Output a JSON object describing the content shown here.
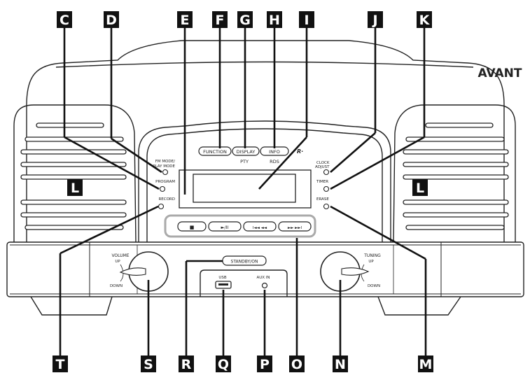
{
  "side_label": "AVANT",
  "labels": {
    "C": "C",
    "D": "D",
    "E": "E",
    "F": "F",
    "G": "G",
    "H": "H",
    "I": "I",
    "J": "J",
    "K": "K",
    "L": "L",
    "M": "M",
    "N": "N",
    "O": "O",
    "P": "P",
    "Q": "Q",
    "R": "R",
    "S": "S",
    "T": "T"
  },
  "device": {
    "buttons": {
      "function": "FUNCTION",
      "display": "DISPLAY",
      "info": "INFO",
      "pty": "PTY",
      "rds": "RDS",
      "standby": "STANDBY/ON",
      "stop": "■",
      "play_pause": "►/II",
      "prev": "I◄◄ ◄◄",
      "next": "►► ►►I"
    },
    "leds": {
      "fm_mode_1": "FM MODE/",
      "fm_mode_2": "PLAY MODE",
      "program": "PROGRAM",
      "record": "RECORD",
      "clock_1": "CLOCK",
      "clock_2": "ADJUST",
      "timer": "TIMER",
      "erase": "ERASE"
    },
    "knobs": {
      "volume": "VOLUME",
      "tuning": "TUNING",
      "up": "UP",
      "down": "DOWN"
    },
    "ports": {
      "usb": "USB",
      "aux": "AUX IN"
    },
    "rds_logo": "R·"
  }
}
